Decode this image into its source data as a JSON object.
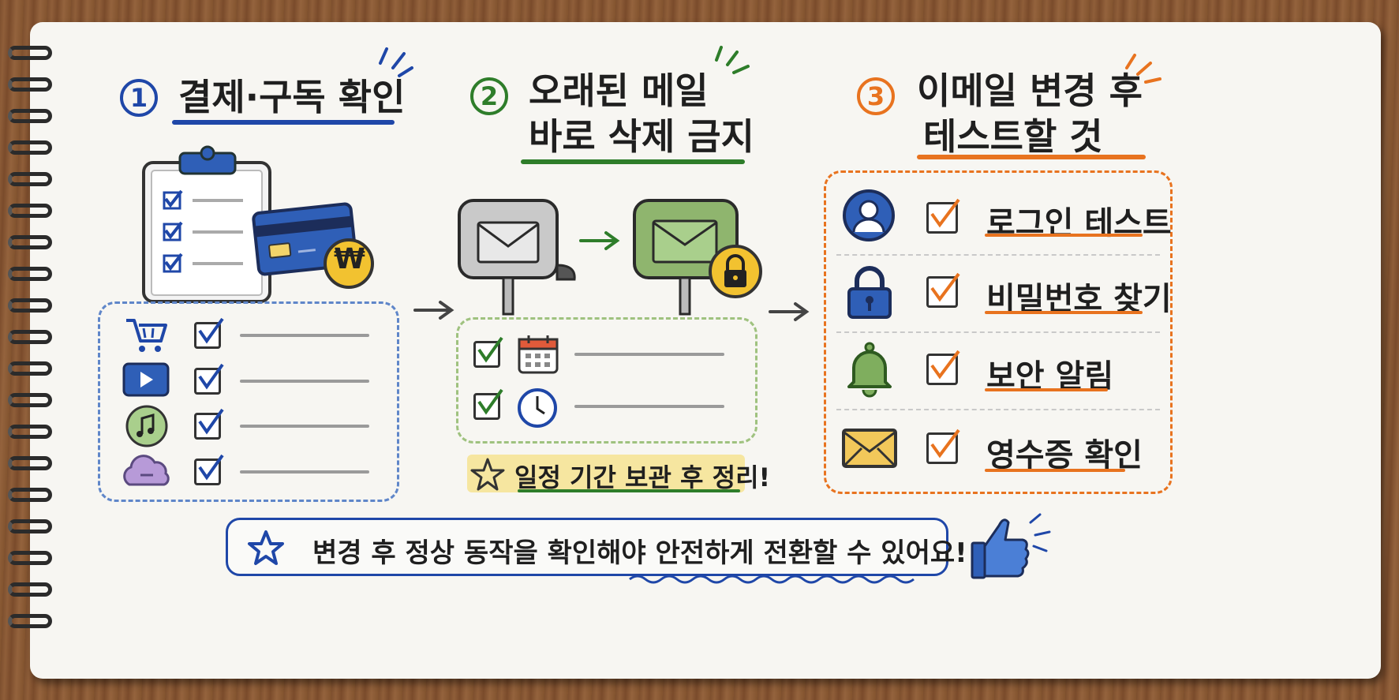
{
  "steps": [
    {
      "number": "1",
      "title": "결제·구독 확인"
    },
    {
      "number": "2",
      "title_line1": "오래된 메일",
      "title_line2": "바로 삭제 금지"
    },
    {
      "number": "3",
      "title_line1": "이메일 변경 후",
      "title_line2": "테스트할 것"
    }
  ],
  "step1": {
    "card_symbol": "₩",
    "items": [
      {
        "icon": "shopping-cart-icon"
      },
      {
        "icon": "video-play-icon"
      },
      {
        "icon": "music-note-icon"
      },
      {
        "icon": "cloud-storage-icon"
      }
    ]
  },
  "step2": {
    "items": [
      {
        "icon": "calendar-icon"
      },
      {
        "icon": "clock-icon"
      }
    ],
    "note": "일정 기간 보관 후 정리!"
  },
  "step3": {
    "items": [
      {
        "icon": "user-icon",
        "label": "로그인 테스트"
      },
      {
        "icon": "lock-icon",
        "label": "비밀번호 찾기"
      },
      {
        "icon": "bell-icon",
        "label": "보안 알림"
      },
      {
        "icon": "envelope-icon",
        "label": "영수증 확인"
      }
    ]
  },
  "footer": {
    "message": "변경 후 정상 동작을 확인해야 안전하게 전환할 수 있어요!"
  },
  "colors": {
    "blue": "#1f47a8",
    "green": "#2e7d2a",
    "orange": "#e8731f"
  }
}
